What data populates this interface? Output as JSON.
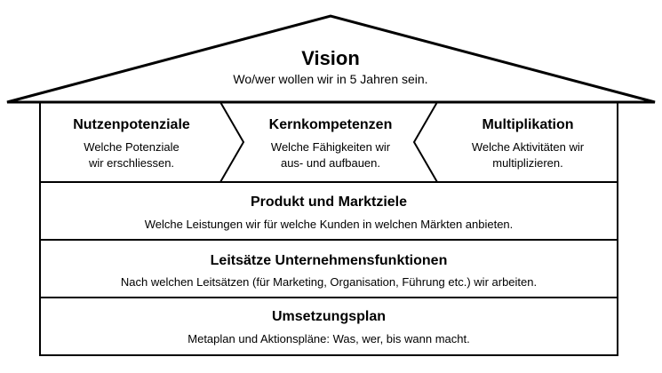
{
  "roof": {
    "title": "Vision",
    "subtitle": "Wo/wer wollen wir in 5 Jahren sein."
  },
  "columns": [
    {
      "title": "Nutzenpotenziale",
      "line1": "Welche Potenziale",
      "line2": "wir erschliessen."
    },
    {
      "title": "Kernkompetenzen",
      "line1": "Welche Fähigkeiten wir",
      "line2": "aus- und aufbauen."
    },
    {
      "title": "Multiplikation",
      "line1": "Welche Aktivitäten wir",
      "line2": "multiplizieren."
    }
  ],
  "rows": [
    {
      "title": "Produkt und Marktziele",
      "subtitle": "Welche Leistungen wir für welche Kunden in welchen Märkten anbieten."
    },
    {
      "title": "Leitsätze Unternehmensfunktionen",
      "subtitle": "Nach welchen Leitsätzen (für Marketing, Organisation, Führung etc.) wir arbeiten."
    },
    {
      "title": "Umsetzungsplan",
      "subtitle": "Metaplan und Aktionspläne: Was, wer, bis wann macht."
    }
  ]
}
